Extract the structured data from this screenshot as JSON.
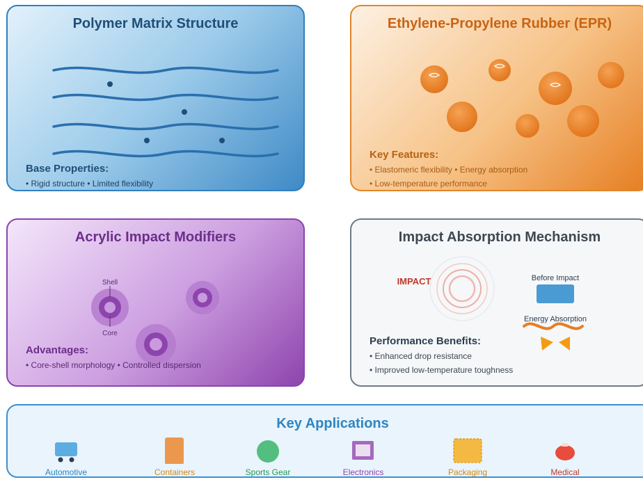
{
  "polymer": {
    "title": "Polymer Matrix Structure",
    "heading": "Base Properties:",
    "bullets": "• Rigid structure • Limited flexibility"
  },
  "epr": {
    "title": "Ethylene-Propylene Rubber (EPR)",
    "heading": "Key Features:",
    "bullet1": "• Elastomeric flexibility • Energy absorption",
    "bullet2": "• Low-temperature performance"
  },
  "acrylic": {
    "title": "Acrylic Impact Modifiers",
    "shell_label": "Shell",
    "core_label": "Core",
    "heading": "Advantages:",
    "bullets": "• Core-shell morphology • Controlled dispersion"
  },
  "mechanism": {
    "title": "Impact Absorption Mechanism",
    "impact_label": "IMPACT",
    "before_label": "Before Impact",
    "energy_label": "Energy Absorption",
    "heading": "Performance Benefits:",
    "bullet1": "• Enhanced drop resistance",
    "bullet2": "• Improved low-temperature toughness"
  },
  "applications": {
    "title": "Key Applications",
    "items": [
      {
        "label": "Automotive",
        "icon": "car-icon",
        "color": "#3a8fd6"
      },
      {
        "label": "Containers",
        "icon": "container-icon",
        "color": "#e08a3c"
      },
      {
        "label": "Sports Gear",
        "icon": "ball-icon",
        "color": "#27ae60"
      },
      {
        "label": "Electronics",
        "icon": "chip-icon",
        "color": "#8e44ad"
      },
      {
        "label": "Packaging",
        "icon": "box-icon",
        "color": "#d4a017"
      },
      {
        "label": "Medical",
        "icon": "medical-icon",
        "color": "#c0392b"
      }
    ]
  },
  "colors": {
    "blue": "#2c6fae",
    "orange": "#d9772a",
    "purple": "#7d3c98",
    "gray": "#3d4852",
    "red": "#c0392b"
  }
}
